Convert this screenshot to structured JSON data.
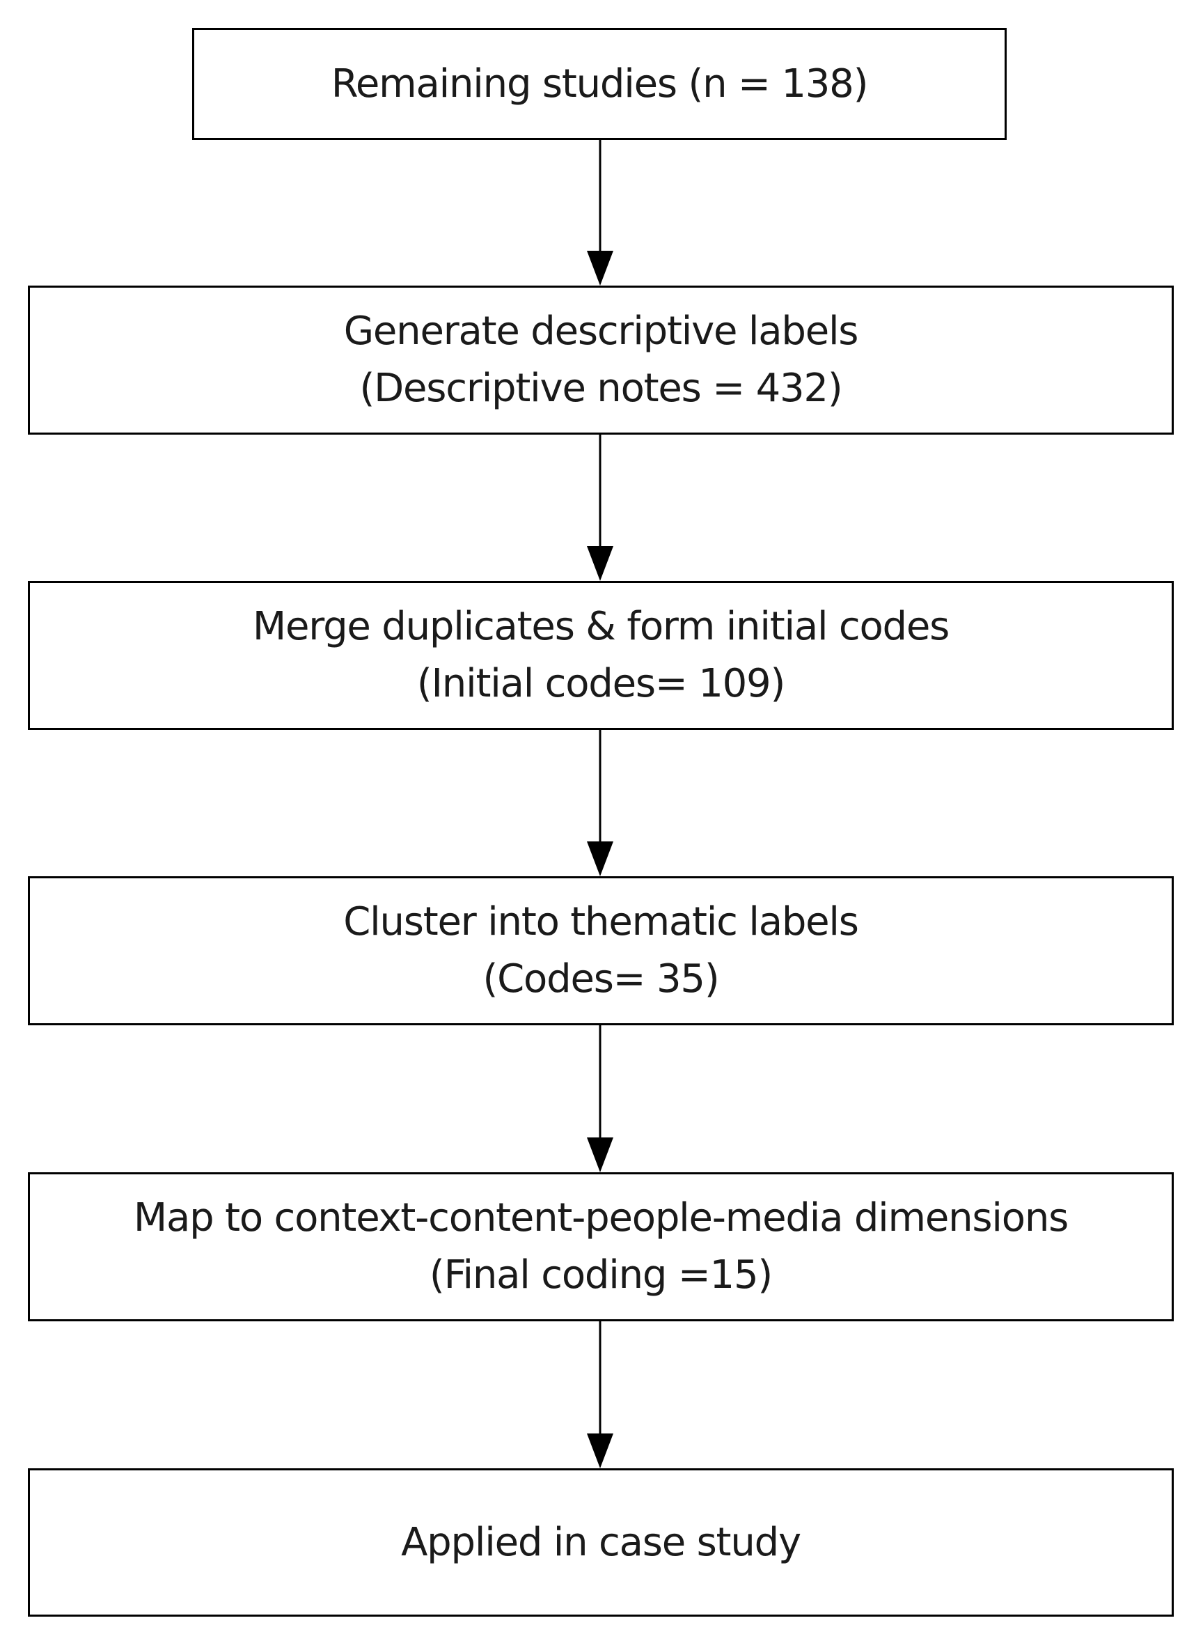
{
  "flowchart": {
    "steps": [
      {
        "line1": "Remaining studies (n = 138)",
        "line2": ""
      },
      {
        "line1": "Generate descriptive labels",
        "line2": "(Descriptive notes = 432)"
      },
      {
        "line1": "Merge duplicates & form initial codes",
        "line2": "(Initial codes= 109)"
      },
      {
        "line1": "Cluster into thematic labels",
        "line2": "(Codes= 35)"
      },
      {
        "line1": "Map to context-content-people-media dimensions",
        "line2": "(Final coding =15)"
      },
      {
        "line1": "Applied in case study",
        "line2": ""
      }
    ]
  },
  "colors": {
    "stroke": "#000000",
    "text": "#1a1a1a",
    "background": "#ffffff"
  }
}
